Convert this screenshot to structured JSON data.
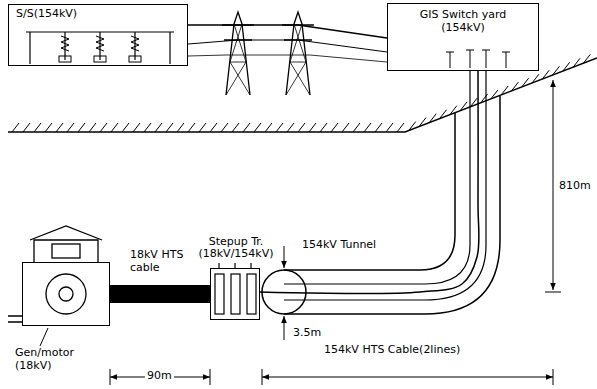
{
  "diagram": {
    "nodes": [
      {
        "text": [
          "S/S(154kV)"
        ]
      },
      {
        "text": [
          "GIS Switch yard (154kV)"
        ]
      },
      {
        "text": [
          "Gen/motor (18kV)"
        ]
      },
      {
        "text": [
          "Stepup Tr. (18kV/154kV)"
        ]
      }
    ],
    "edges": [
      {
        "from": 0,
        "to": 1,
        "arrow": "none"
      },
      {
        "from": 2,
        "to": 3,
        "arrow": "none",
        "label": "18kV HTS cable"
      },
      {
        "from": 3,
        "to": 1,
        "arrow": "none",
        "label": "154kV HTS Cable(2lines)"
      }
    ],
    "labels": [
      "154kV Tunnel",
      "3.5m",
      "810m",
      "90m"
    ]
  }
}
